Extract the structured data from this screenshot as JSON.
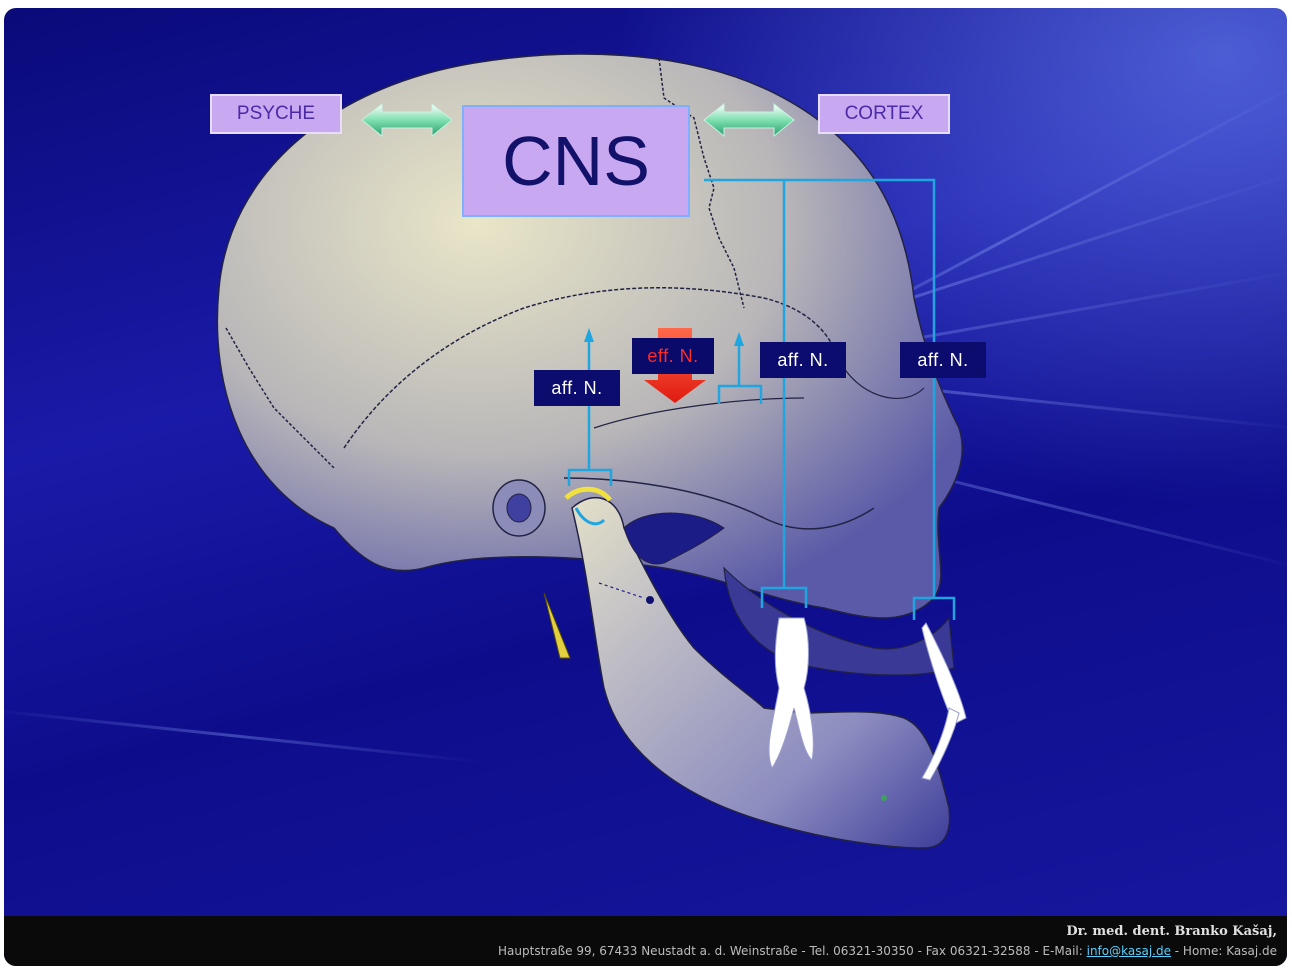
{
  "diagram": {
    "psyche": "PSYCHE",
    "cns": "CNS",
    "cortex": "CORTEX",
    "afferent_nerves": [
      "aff. N.",
      "aff. N.",
      "aff. N."
    ],
    "efferent_nerve": "eff. N."
  },
  "footer": {
    "name": "Dr. med. dent. Branko Kašaj,",
    "address_prefix": "Hauptstraße 99, 67433 Neustadt a. d. Weinstraße - Tel. 06321-30350 - Fax 06321-32588 - E-Mail: ",
    "email": "info@kasaj.de",
    "address_suffix": " - Home: Kasaj.de"
  },
  "colors": {
    "background": "#1a1aa8",
    "label_box": "#c8a8f0",
    "nerve_line": "#1fa6e0",
    "efferent_arrow": "#ff3a2a",
    "skull": "#d8d4b8"
  }
}
